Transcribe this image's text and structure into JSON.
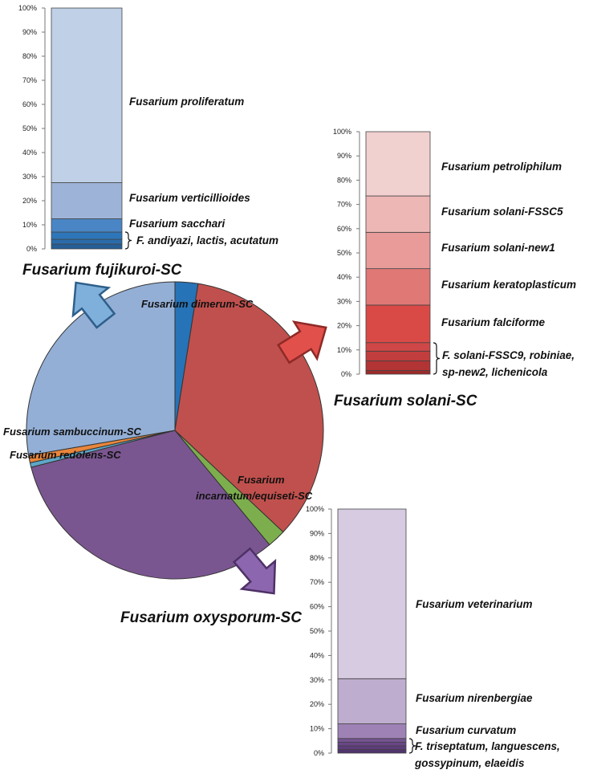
{
  "colors": {
    "fujikuroi": "#93AFD6",
    "solani": "#C0504D",
    "oxysporum": "#7A5690",
    "dimerum": "#2673B7",
    "incarnatum": "#7DAE4D",
    "sambuccinum": "#E9863B",
    "redolens": "#5DA7C8"
  },
  "chart_data": [
    {
      "type": "pie",
      "name": "species-complex-pie",
      "slices": [
        {
          "label": "Fusarium dimerum-SC",
          "value": 2.5,
          "color": "#2673B7"
        },
        {
          "label": "Fusarium solani-SC",
          "value": 34.5,
          "color": "#C0504D"
        },
        {
          "label": "Fusarium incarnatum/equiseti-SC",
          "value": 2,
          "color": "#7DAE4D"
        },
        {
          "label": "Fusarium oxysporum-SC",
          "value": 32,
          "color": "#7A5690"
        },
        {
          "label": "Fusarium redolens-SC",
          "value": 0.5,
          "color": "#5DA7C8"
        },
        {
          "label": "Fusarium sambuccinum-SC",
          "value": 0.8,
          "color": "#E9863B"
        },
        {
          "label": "Fusarium fujikuroi-SC",
          "value": 27.7,
          "color": "#93AFD6"
        }
      ]
    },
    {
      "type": "bar",
      "stacked": true,
      "title": "Fusarium fujikuroi-SC",
      "ylim": [
        0,
        100
      ],
      "ytick_labels": [
        "0%",
        "10%",
        "20%",
        "30%",
        "40%",
        "50%",
        "60%",
        "70%",
        "80%",
        "90%",
        "100%"
      ],
      "segments": [
        {
          "value": 2,
          "label": "",
          "color": "#255E96"
        },
        {
          "value": 2,
          "label": "",
          "color": "#2A6BAA"
        },
        {
          "value": 3,
          "label": "",
          "color": "#2E76BA"
        },
        {
          "value": 5.5,
          "label": "Fusarium sacchari",
          "color": "#4A86C5"
        },
        {
          "value": 15,
          "label": "Fusarium verticillioides",
          "color": "#9DB4D8"
        },
        {
          "value": 72.5,
          "label": "Fusarium proliferatum",
          "color": "#BFD0E7"
        }
      ],
      "brace_label": "F. andiyazi, lactis, acutatum"
    },
    {
      "type": "bar",
      "stacked": true,
      "title": "Fusarium solani-SC",
      "ylim": [
        0,
        100
      ],
      "ytick_labels": [
        "0%",
        "10%",
        "20%",
        "30%",
        "40%",
        "50%",
        "60%",
        "70%",
        "80%",
        "90%",
        "100%"
      ],
      "segments": [
        {
          "value": 1.5,
          "label": "",
          "color": "#9E2B2B"
        },
        {
          "value": 4,
          "label": "",
          "color": "#B23434"
        },
        {
          "value": 4,
          "label": "",
          "color": "#C23D3D"
        },
        {
          "value": 3.5,
          "label": "",
          "color": "#CF4747"
        },
        {
          "value": 15.5,
          "label": "Fusarium falciforme",
          "color": "#D94A47"
        },
        {
          "value": 15,
          "label": "Fusarium keratoplasticum",
          "color": "#E07876"
        },
        {
          "value": 15,
          "label": "Fusarium solani-new1",
          "color": "#E89B99"
        },
        {
          "value": 15,
          "label": "Fusarium solani-FSSC5",
          "color": "#EDB7B6"
        },
        {
          "value": 26.5,
          "label": "Fusarium petroliphilum",
          "color": "#F1D0D0"
        }
      ],
      "brace_label_lines": [
        "F. solani-FSSC9, robiniae,",
        "sp-new2, lichenicola"
      ]
    },
    {
      "type": "bar",
      "stacked": true,
      "title": "Fusarium oxysporum-SC",
      "ylim": [
        0,
        100
      ],
      "ytick_labels": [
        "0%",
        "10%",
        "20%",
        "30%",
        "40%",
        "50%",
        "60%",
        "70%",
        "80%",
        "90%",
        "100%"
      ],
      "segments": [
        {
          "value": 1.5,
          "label": "",
          "color": "#51336D"
        },
        {
          "value": 1.5,
          "label": "",
          "color": "#5E3C7D"
        },
        {
          "value": 1.5,
          "label": "",
          "color": "#6A4689"
        },
        {
          "value": 1.5,
          "label": "",
          "color": "#775393"
        },
        {
          "value": 6,
          "label": "Fusarium curvatum",
          "color": "#9E82B6"
        },
        {
          "value": 18.5,
          "label": "Fusarium nirenbergiae",
          "color": "#BEADCE"
        },
        {
          "value": 69.5,
          "label": "Fusarium veterinarium",
          "color": "#D6CBE1"
        }
      ],
      "brace_label_lines": [
        "F. triseptatum, languescens,",
        "gossypinum, elaeidis"
      ]
    }
  ],
  "pie_labels": {
    "dimerum": "Fusarium dimerum-SC",
    "sambuccinum": "Fusarium sambuccinum-SC",
    "redolens": "Fusarium redolens-SC",
    "incarnatum_line1": "Fusarium",
    "incarnatum_line2": "incarnatum/equiseti-SC"
  },
  "group_titles": {
    "fujikuroi": "Fusarium fujikuroi-SC",
    "solani": "Fusarium solani-SC",
    "oxysporum": "Fusarium oxysporum-SC"
  }
}
